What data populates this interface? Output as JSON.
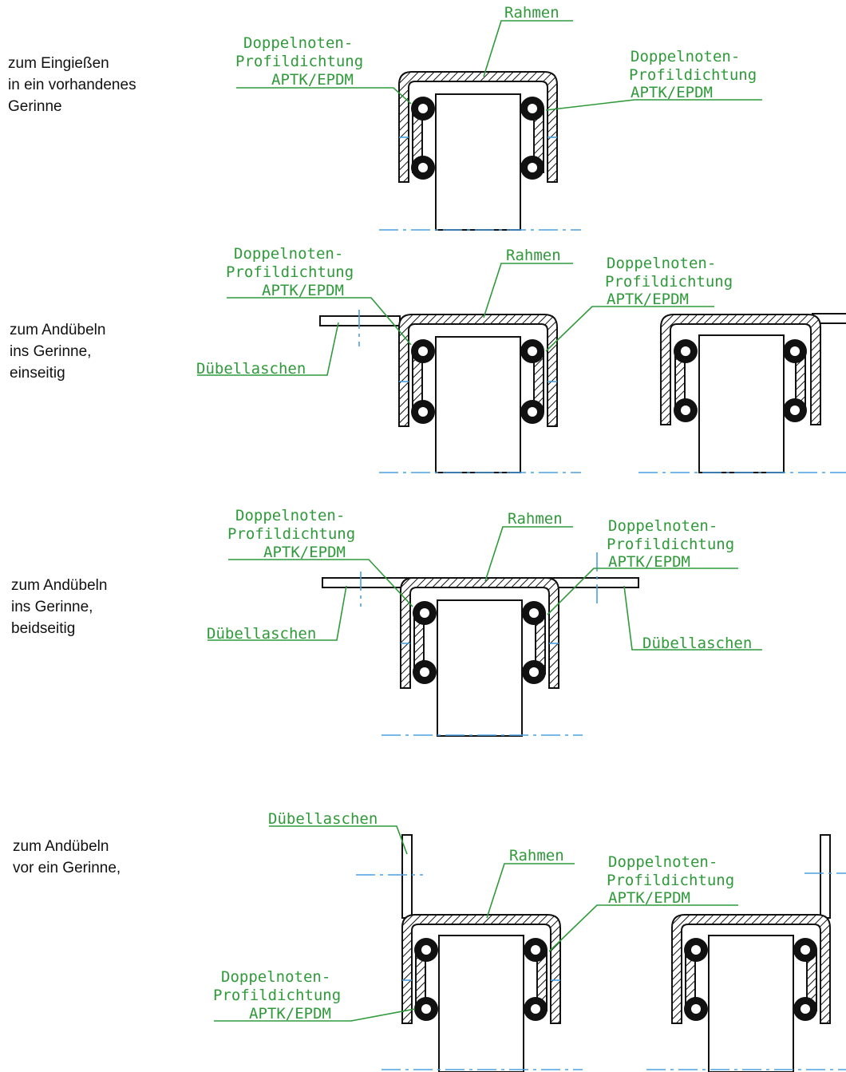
{
  "descriptions": {
    "eingiessen": "zum Eingießen\nin ein vorhandenes\nGerinne",
    "einseitig": "zum Andübeln\nins  Gerinne,\neinseitig",
    "beidseitig": "zum Andübeln\nins  Gerinne,\nbeidseitig",
    "vor": "zum Andübeln\nvor ein  Gerinne,"
  },
  "labels": {
    "rahmen": "Rahmen",
    "seal_line1": "Doppelnoten-",
    "seal_line2": "Profildichtung",
    "seal_line3": "APTK/EPDM",
    "duebellaschen": "Dübellaschen"
  },
  "colors": {
    "label_green": "#2f9a3a",
    "centerline_blue": "#4aa0e0",
    "line_black": "#111111"
  }
}
